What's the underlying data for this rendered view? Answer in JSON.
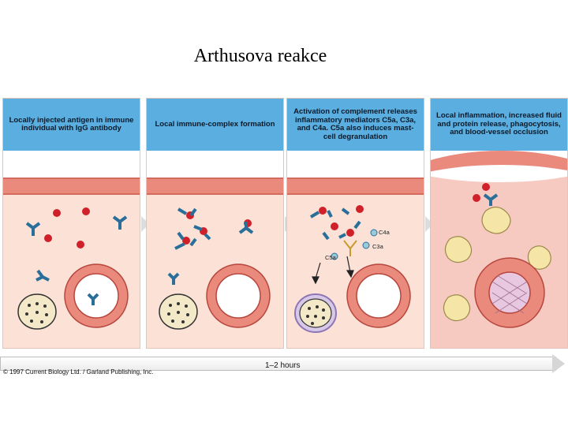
{
  "title": "Arthusova reakce",
  "panels": [
    {
      "label": "Locally injected antigen in immune individual with IgG antibody"
    },
    {
      "label": "Local immune-complex formation"
    },
    {
      "label": "Activation of complement releases inflammatory mediators C5a, C3a, and C4a. C5a also induces mast-cell degranulation"
    },
    {
      "label": "Local inflammation, increased fluid and protein release, phagocytosis, and blood-vessel occlusion"
    }
  ],
  "mediators": {
    "c4a": "C4a",
    "c3a": "C3a",
    "c5a": "C5a"
  },
  "timeline": {
    "label": "1–2 hours"
  },
  "copyright": "© 1997 Current Biology Ltd. / Garland Publishing, Inc.",
  "colors": {
    "header": "#5aaee0",
    "tissue": "#fbe1d6",
    "vessel": "#e98a7d",
    "antigen": "#d0202a",
    "antibody": "#2a6f9a"
  }
}
